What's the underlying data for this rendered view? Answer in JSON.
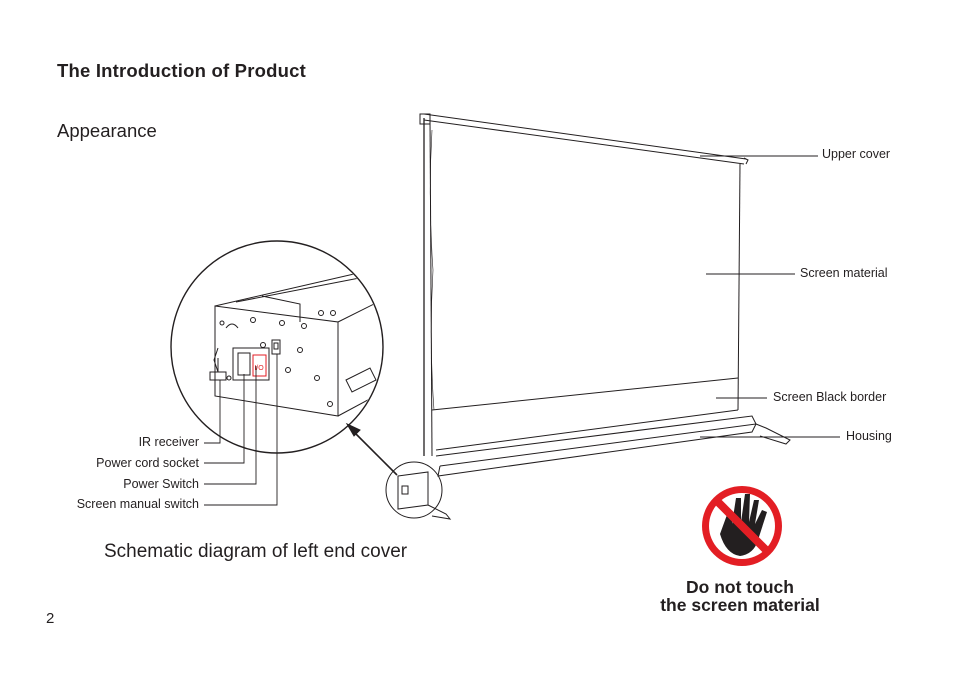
{
  "page": {
    "title": "The Introduction of Product",
    "section_heading": "Appearance",
    "caption": "Schematic diagram of left end cover",
    "page_number": "2"
  },
  "labels": {
    "upper_cover": "Upper cover",
    "screen_material": "Screen material",
    "screen_black_border": "Screen Black border",
    "housing": "Housing",
    "ir_receiver": "IR receiver",
    "power_cord_socket": "Power cord socket",
    "power_switch": "Power Switch",
    "screen_manual_switch": "Screen manual switch"
  },
  "warning": {
    "line1": "Do not touch",
    "line2": "the screen material",
    "icon": "no-touch-hand-icon",
    "color": "#e31e24"
  }
}
